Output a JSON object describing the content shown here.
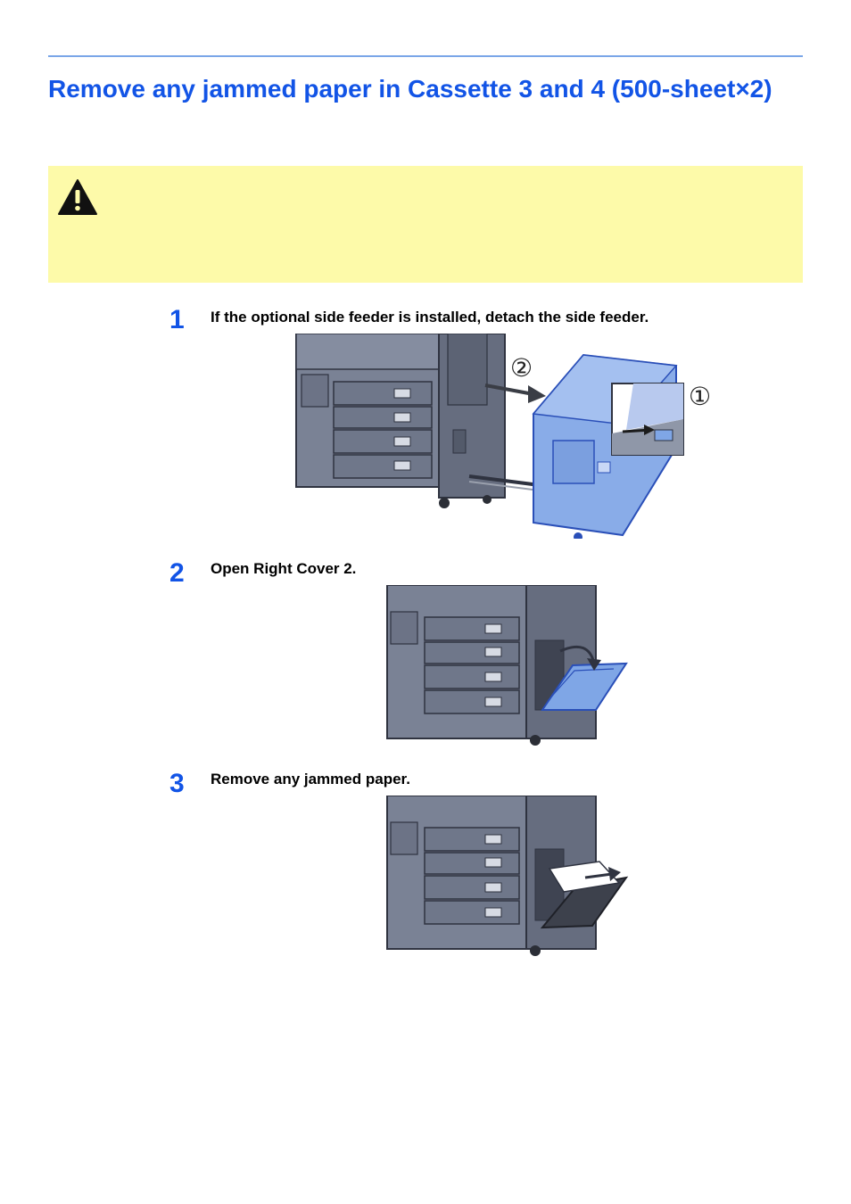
{
  "page": {
    "title": "Remove any jammed paper in Cassette 3 and 4 (500-sheet×2)"
  },
  "caution": {
    "icon": "warning-triangle-icon",
    "background": "#fdfaa9"
  },
  "steps": [
    {
      "number": "1",
      "text": "If the optional side feeder is installed, detach the side feeder.",
      "callouts": [
        "②",
        "①"
      ]
    },
    {
      "number": "2",
      "text": "Open Right Cover 2."
    },
    {
      "number": "3",
      "text": "Remove any jammed paper."
    }
  ],
  "colors": {
    "heading": "#1254e6",
    "rule": "#7aa6e8",
    "machine": "#7a8295",
    "highlight": "#7fa6e6"
  }
}
